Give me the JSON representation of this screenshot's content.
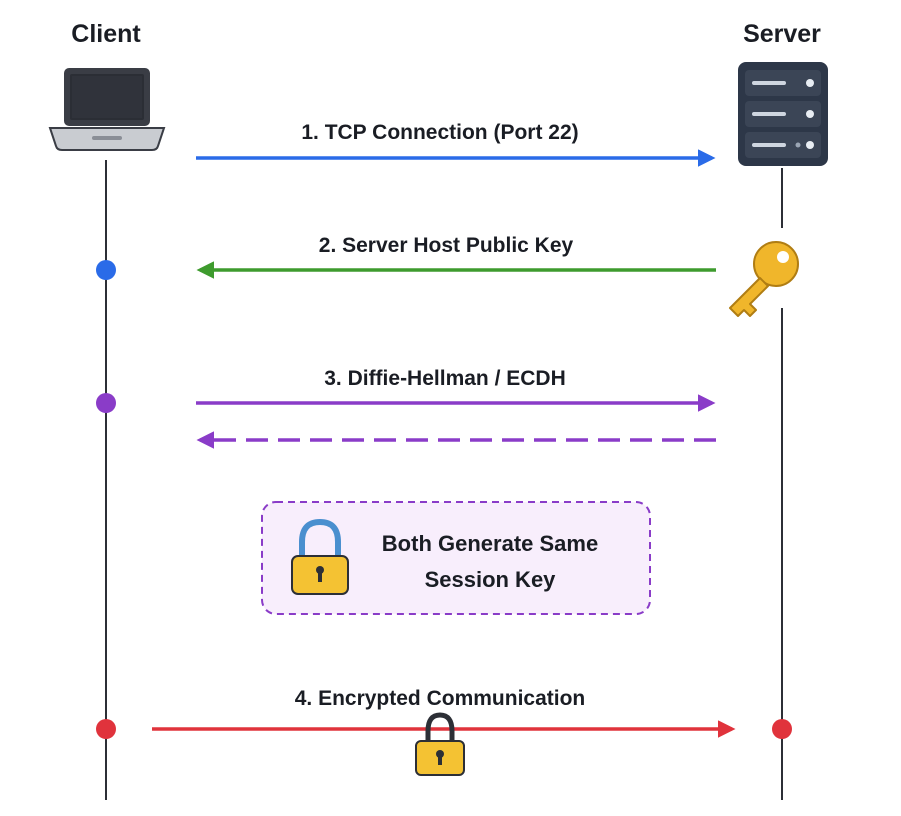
{
  "actors": {
    "client": {
      "label": "Client",
      "icon": "laptop-icon"
    },
    "server": {
      "label": "Server",
      "icon": "server-icon"
    }
  },
  "steps": [
    {
      "label": "1.  TCP Connection (Port 22)",
      "direction": "client-to-server",
      "color": "#2a6be8",
      "style": "solid"
    },
    {
      "label": "2.  Server Host Public Key",
      "direction": "server-to-client",
      "color": "#3e9b2e",
      "style": "solid",
      "icon": "key-icon"
    },
    {
      "label": "3.  Diffie-Hellman / ECDH",
      "direction": "client-to-server",
      "color": "#8a3cc8",
      "style": "solid"
    },
    {
      "label": "",
      "direction": "server-to-client",
      "color": "#8a3cc8",
      "style": "dashed"
    },
    {
      "label": "4.  Encrypted Communication",
      "direction": "client-to-server",
      "color": "#e0333c",
      "style": "solid",
      "icon": "padlock-icon"
    }
  ],
  "note": {
    "line1": "Both Generate Same",
    "line2": "Session Key",
    "icon": "padlock-icon",
    "border_color": "#8a3cc8",
    "background": "#f8eefc"
  },
  "colors": {
    "lifeline": "#2c2f36",
    "dot_blue": "#2a6be8",
    "dot_purple": "#8a3cc8",
    "dot_red": "#e0333c",
    "key_gold": "#f0b62b",
    "lock_body": "#f4c233",
    "lock_shackle": "#4a8fcf",
    "server_body": "#2d3748"
  }
}
